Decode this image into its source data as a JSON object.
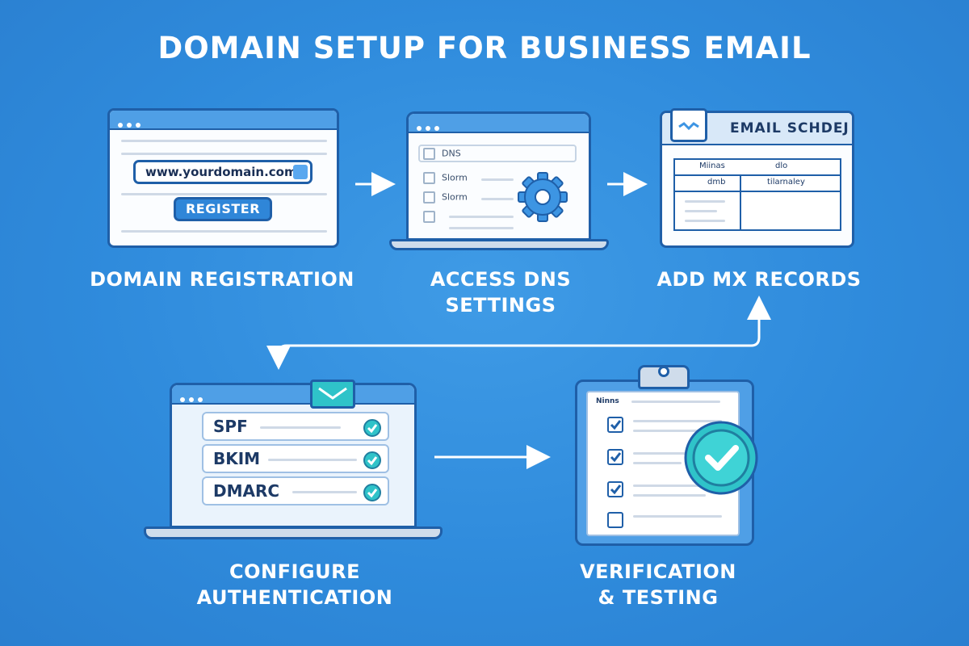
{
  "title": "DOMAIN SETUP FOR BUSINESS EMAIL",
  "steps": {
    "registration": {
      "label": "DOMAIN REGISTRATION",
      "domain_value": "www.yourdomain.com",
      "register_label": "REGISTER"
    },
    "dns": {
      "label_line1": "ACCESS DNS",
      "label_line2": "SETTINGS",
      "rows": [
        "DNS",
        "Slorm",
        "Slorm"
      ]
    },
    "mx": {
      "label": "ADD MX RECORDS",
      "header": "EMAIL SCHDEJ",
      "col1": "Miinas",
      "col2": "dlo",
      "row1": "dmb",
      "row2": "tilarnaley"
    },
    "auth": {
      "label_line1": "CONFIGURE",
      "label_line2": "AUTHENTICATION",
      "records": [
        "SPF",
        "BKIM",
        "DMARC"
      ]
    },
    "verify": {
      "label_line1": "VERIFICATION",
      "label_line2": "& TESTING",
      "header": "Ninns"
    }
  },
  "colors": {
    "background": "#2f8bdc",
    "outline": "#1f5fa8",
    "accent_teal": "#2fc3c9",
    "text_white": "#ffffff"
  },
  "icons": [
    "gear-icon",
    "envelope-icon",
    "checkmark-icon",
    "clipboard-icon",
    "arrow-icon"
  ]
}
